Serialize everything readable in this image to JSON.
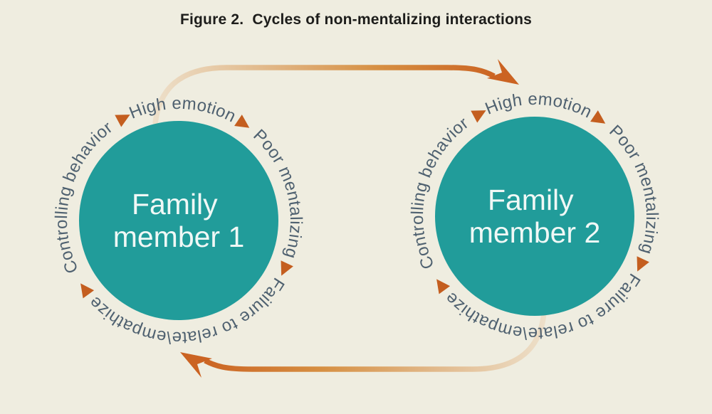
{
  "title": "Figure 2.  Cycles of non-mentalizing interactions",
  "stages": [
    "High emotion",
    "Poor mentalizing",
    "Failure to relate\\empathize",
    "Controlling behavior"
  ],
  "members": [
    {
      "line1": "Family",
      "line2": "member 1"
    },
    {
      "line1": "Family",
      "line2": "member 2"
    }
  ],
  "glyphs": {
    "step_arrow": "▶"
  },
  "colors": {
    "background": "#EFEDE0",
    "circle_fill": "#219C9A",
    "circle_text": "#F0F8F6",
    "ring_text": "#4F6170",
    "step_arrow": "#C45E1F",
    "flow_arrow": "#CB6322",
    "flow_arrow_tail": "#EDDFC9",
    "title_text": "#1D1D1B"
  }
}
